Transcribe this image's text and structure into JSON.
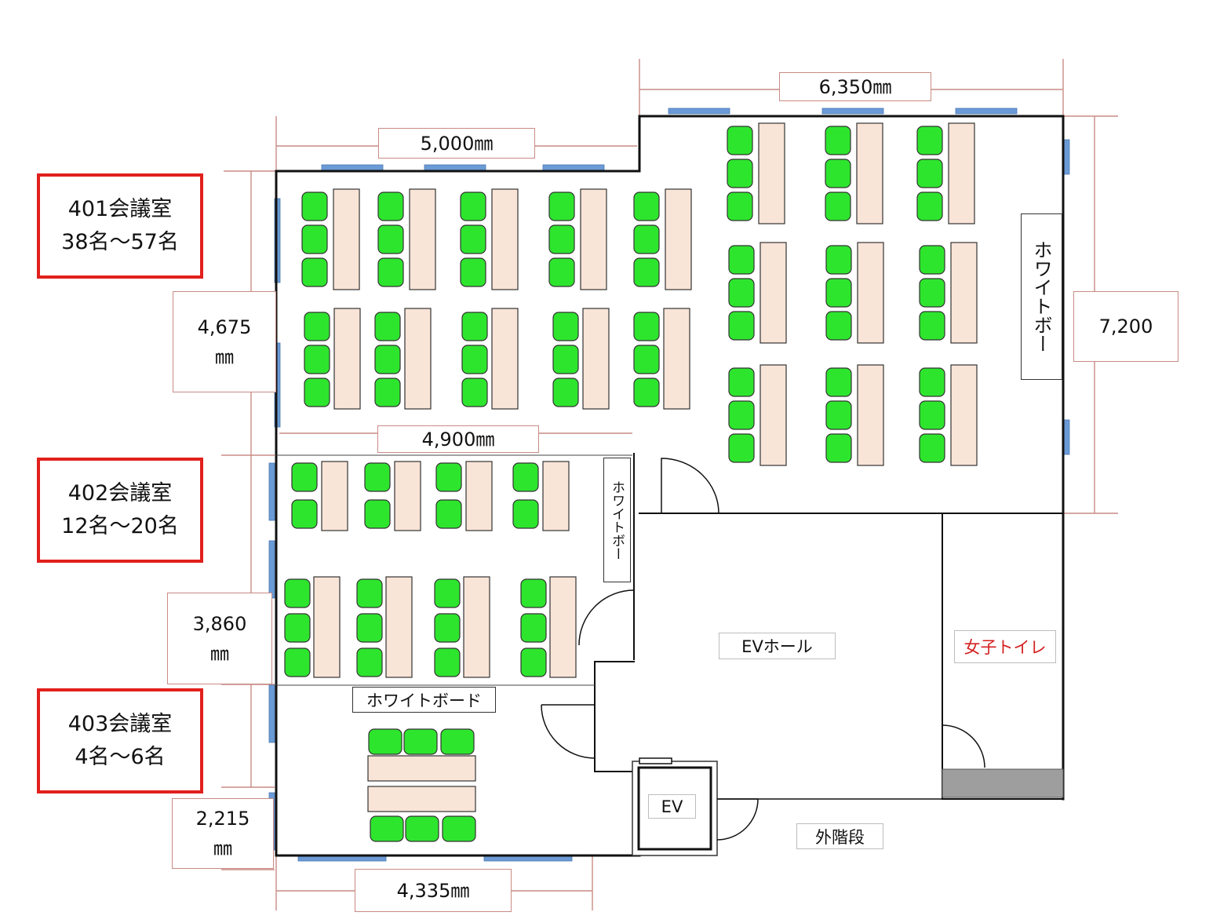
{
  "colors": {
    "wall": "#111111",
    "dimension_line": "#c98b85",
    "window": "#6b9bd6",
    "chair": "#2ee52e",
    "table": "#f9e4d8",
    "card_border": "#e1201c",
    "toilet_text": "#d42020"
  },
  "rooms": [
    {
      "name": "401会議室",
      "capacity": "38名〜57名"
    },
    {
      "name": "402会議室",
      "capacity": "12名〜20名"
    },
    {
      "name": "403会議室",
      "capacity": "4名〜6名"
    }
  ],
  "dimensions": {
    "top_right": "6,350㎜",
    "top_left": "5,000㎜",
    "room401_height": {
      "value": "4,675",
      "unit": "㎜"
    },
    "right_height": "7,200",
    "room402_width": "4,900㎜",
    "room402_height": {
      "value": "3,860",
      "unit": "㎜"
    },
    "room403_height": {
      "value": "2,215",
      "unit": "㎜"
    },
    "bottom_width": "4,335㎜"
  },
  "labels": {
    "whiteboard_401": "ホワイトボー",
    "whiteboard_402": "ホワイトボー",
    "whiteboard_403": "ホワイトボード",
    "ev_hall": "EVホール",
    "womens_toilet": "女子トイレ",
    "ev": "EV",
    "outer_stairs": "外階段"
  }
}
